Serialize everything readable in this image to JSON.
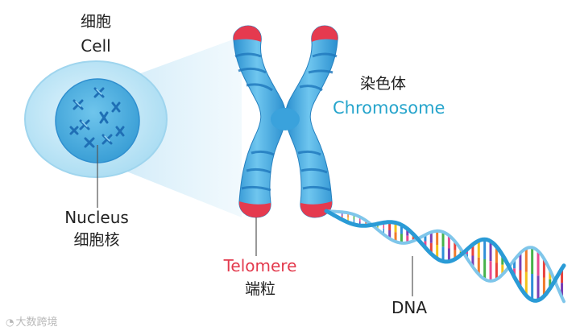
{
  "labels": {
    "cell_zh": "细胞",
    "cell_en": "Cell",
    "nucleus_en": "Nucleus",
    "nucleus_zh": "细胞核",
    "chromosome_zh": "染色体",
    "chromosome_en": "Chromosome",
    "telomere_en": "Telomere",
    "telomere_zh": "端粒",
    "dna": "DNA"
  },
  "watermark": "大数跨境",
  "colors": {
    "chromosome_blue": "#2f9fd8",
    "telomere_red": "#e53a4f",
    "chromosome_label": "#27a5cc",
    "telomere_label": "#e33a4d",
    "cell_fill": "#bfe6f7",
    "dna_strand": "#2a9bd6",
    "base_pairs": [
      "#e8423c",
      "#f2c219",
      "#2f8fd8",
      "#7a3fb5",
      "#f07b2a",
      "#46b24a",
      "#e84a90"
    ]
  }
}
